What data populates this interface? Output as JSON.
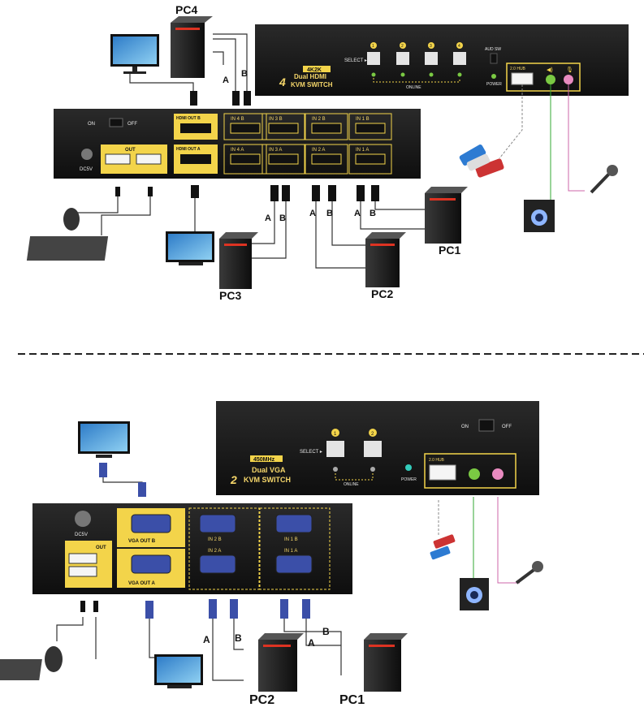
{
  "top": {
    "pc_labels": {
      "pc4": "PC4",
      "pc3": "PC3",
      "pc2": "PC2",
      "pc1": "PC1"
    },
    "cable_letters": {
      "a": "A",
      "b": "B"
    },
    "front": {
      "select_label": "SELECT ▸",
      "buttons": [
        "1",
        "2",
        "3",
        "4"
      ],
      "online_label": "ONLINE",
      "model_badge": "4K2K",
      "brand_port": "4",
      "brand_line1": "Dual HDMI",
      "brand_line2": "KVM SWITCH",
      "hub_label": "2.0 HUB",
      "audio_label": "AUD SW",
      "power_label": "POWER"
    },
    "rear": {
      "on_label": "ON",
      "off_label": "OFF",
      "dc_label": "DC5V",
      "out_label": "OUT",
      "hdmi_out_b": "HDMI OUT B",
      "hdmi_out_a": "HDMI OUT A",
      "in_ports_b": [
        "IN 4 B",
        "IN 3 B",
        "IN 2 B",
        "IN 1 B"
      ],
      "in_ports_a": [
        "IN 4 A",
        "IN 3 A",
        "IN 2 A",
        "IN 1 A"
      ]
    }
  },
  "bottom": {
    "pc_labels": {
      "pc2": "PC2",
      "pc1": "PC1"
    },
    "cable_letters": {
      "a": "A",
      "b": "B"
    },
    "front": {
      "select_label": "SELECT ▸",
      "buttons": [
        "1",
        "2"
      ],
      "online_label": "ONLINE",
      "model_badge": "450MHz",
      "brand_port": "2",
      "brand_line1": "Dual VGA",
      "brand_line2": "KVM SWITCH",
      "hub_label": "2.0 HUB",
      "power_label": "POWER",
      "on_label": "ON",
      "off_label": "OFF"
    },
    "rear": {
      "dc_label": "DC5V",
      "out_label": "OUT",
      "vga_out_b": "VGA OUT B",
      "vga_out_a": "VGA OUT A",
      "in_ports": [
        "IN 2 B",
        "IN 1 B",
        "IN 2 A",
        "IN 1 A"
      ]
    }
  },
  "colors": {
    "panel_dark": "#1b1b1b",
    "port_yellow": "#f3d44a",
    "usb_red": "#d8333e",
    "green_jack": "#7ac943",
    "pink_jack": "#e88bc0",
    "vga_blue": "#3b4fa8"
  }
}
